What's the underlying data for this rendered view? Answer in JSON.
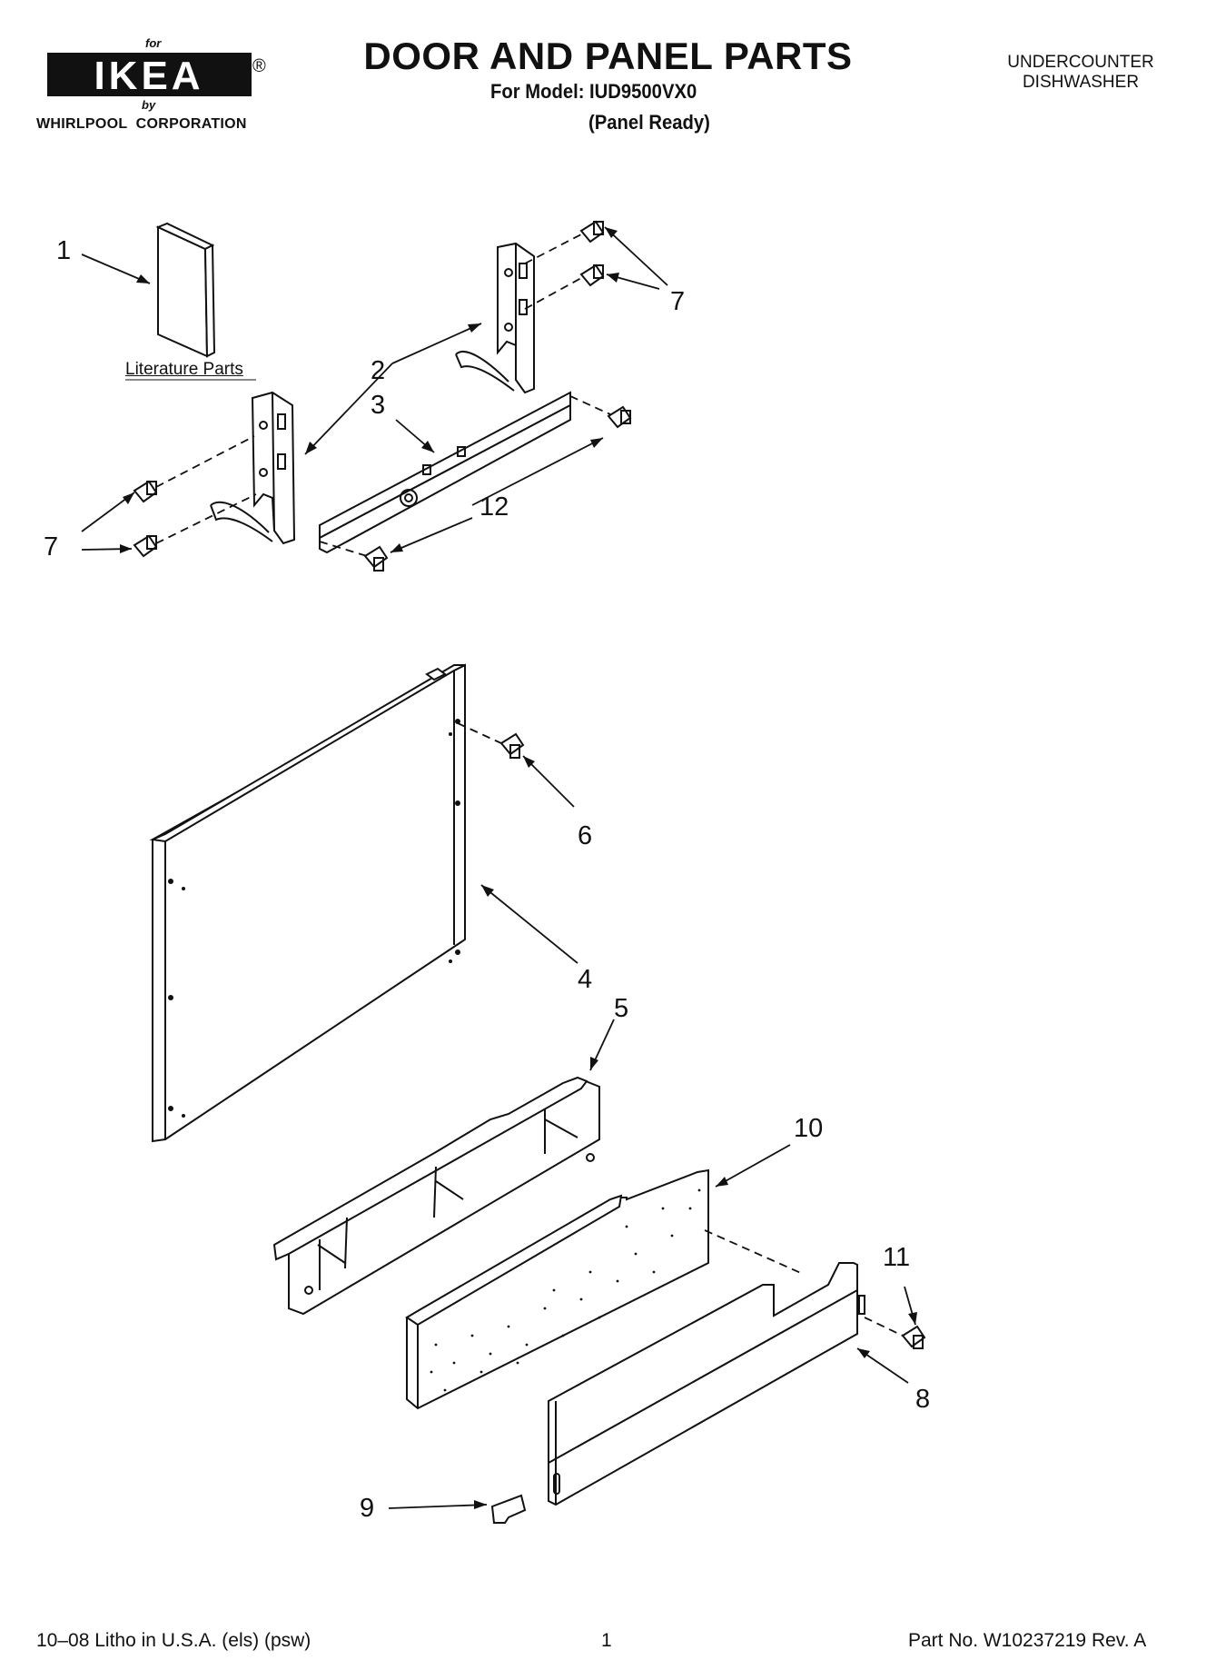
{
  "header": {
    "logo": {
      "for_text": "for",
      "brand": "IKEA",
      "registered_mark": "®",
      "by_text": "by",
      "corporation": "WHIRLPOOL  CORPORATION"
    },
    "title": "DOOR AND PANEL PARTS",
    "model_line": "For Model: IUD9500VX0",
    "variant_line": "(Panel Ready)",
    "category_line1": "UNDERCOUNTER",
    "category_line2": "DISHWASHER"
  },
  "diagram": {
    "literature_label": "Literature Parts",
    "callouts": [
      "1",
      "2",
      "3",
      "7",
      "7",
      "12",
      "6",
      "4",
      "5",
      "10",
      "11",
      "8",
      "9"
    ]
  },
  "footer": {
    "left": "10–08 Litho in U.S.A. (els) (psw)",
    "center": "1",
    "right": "Part No. W10237219 Rev. A"
  }
}
